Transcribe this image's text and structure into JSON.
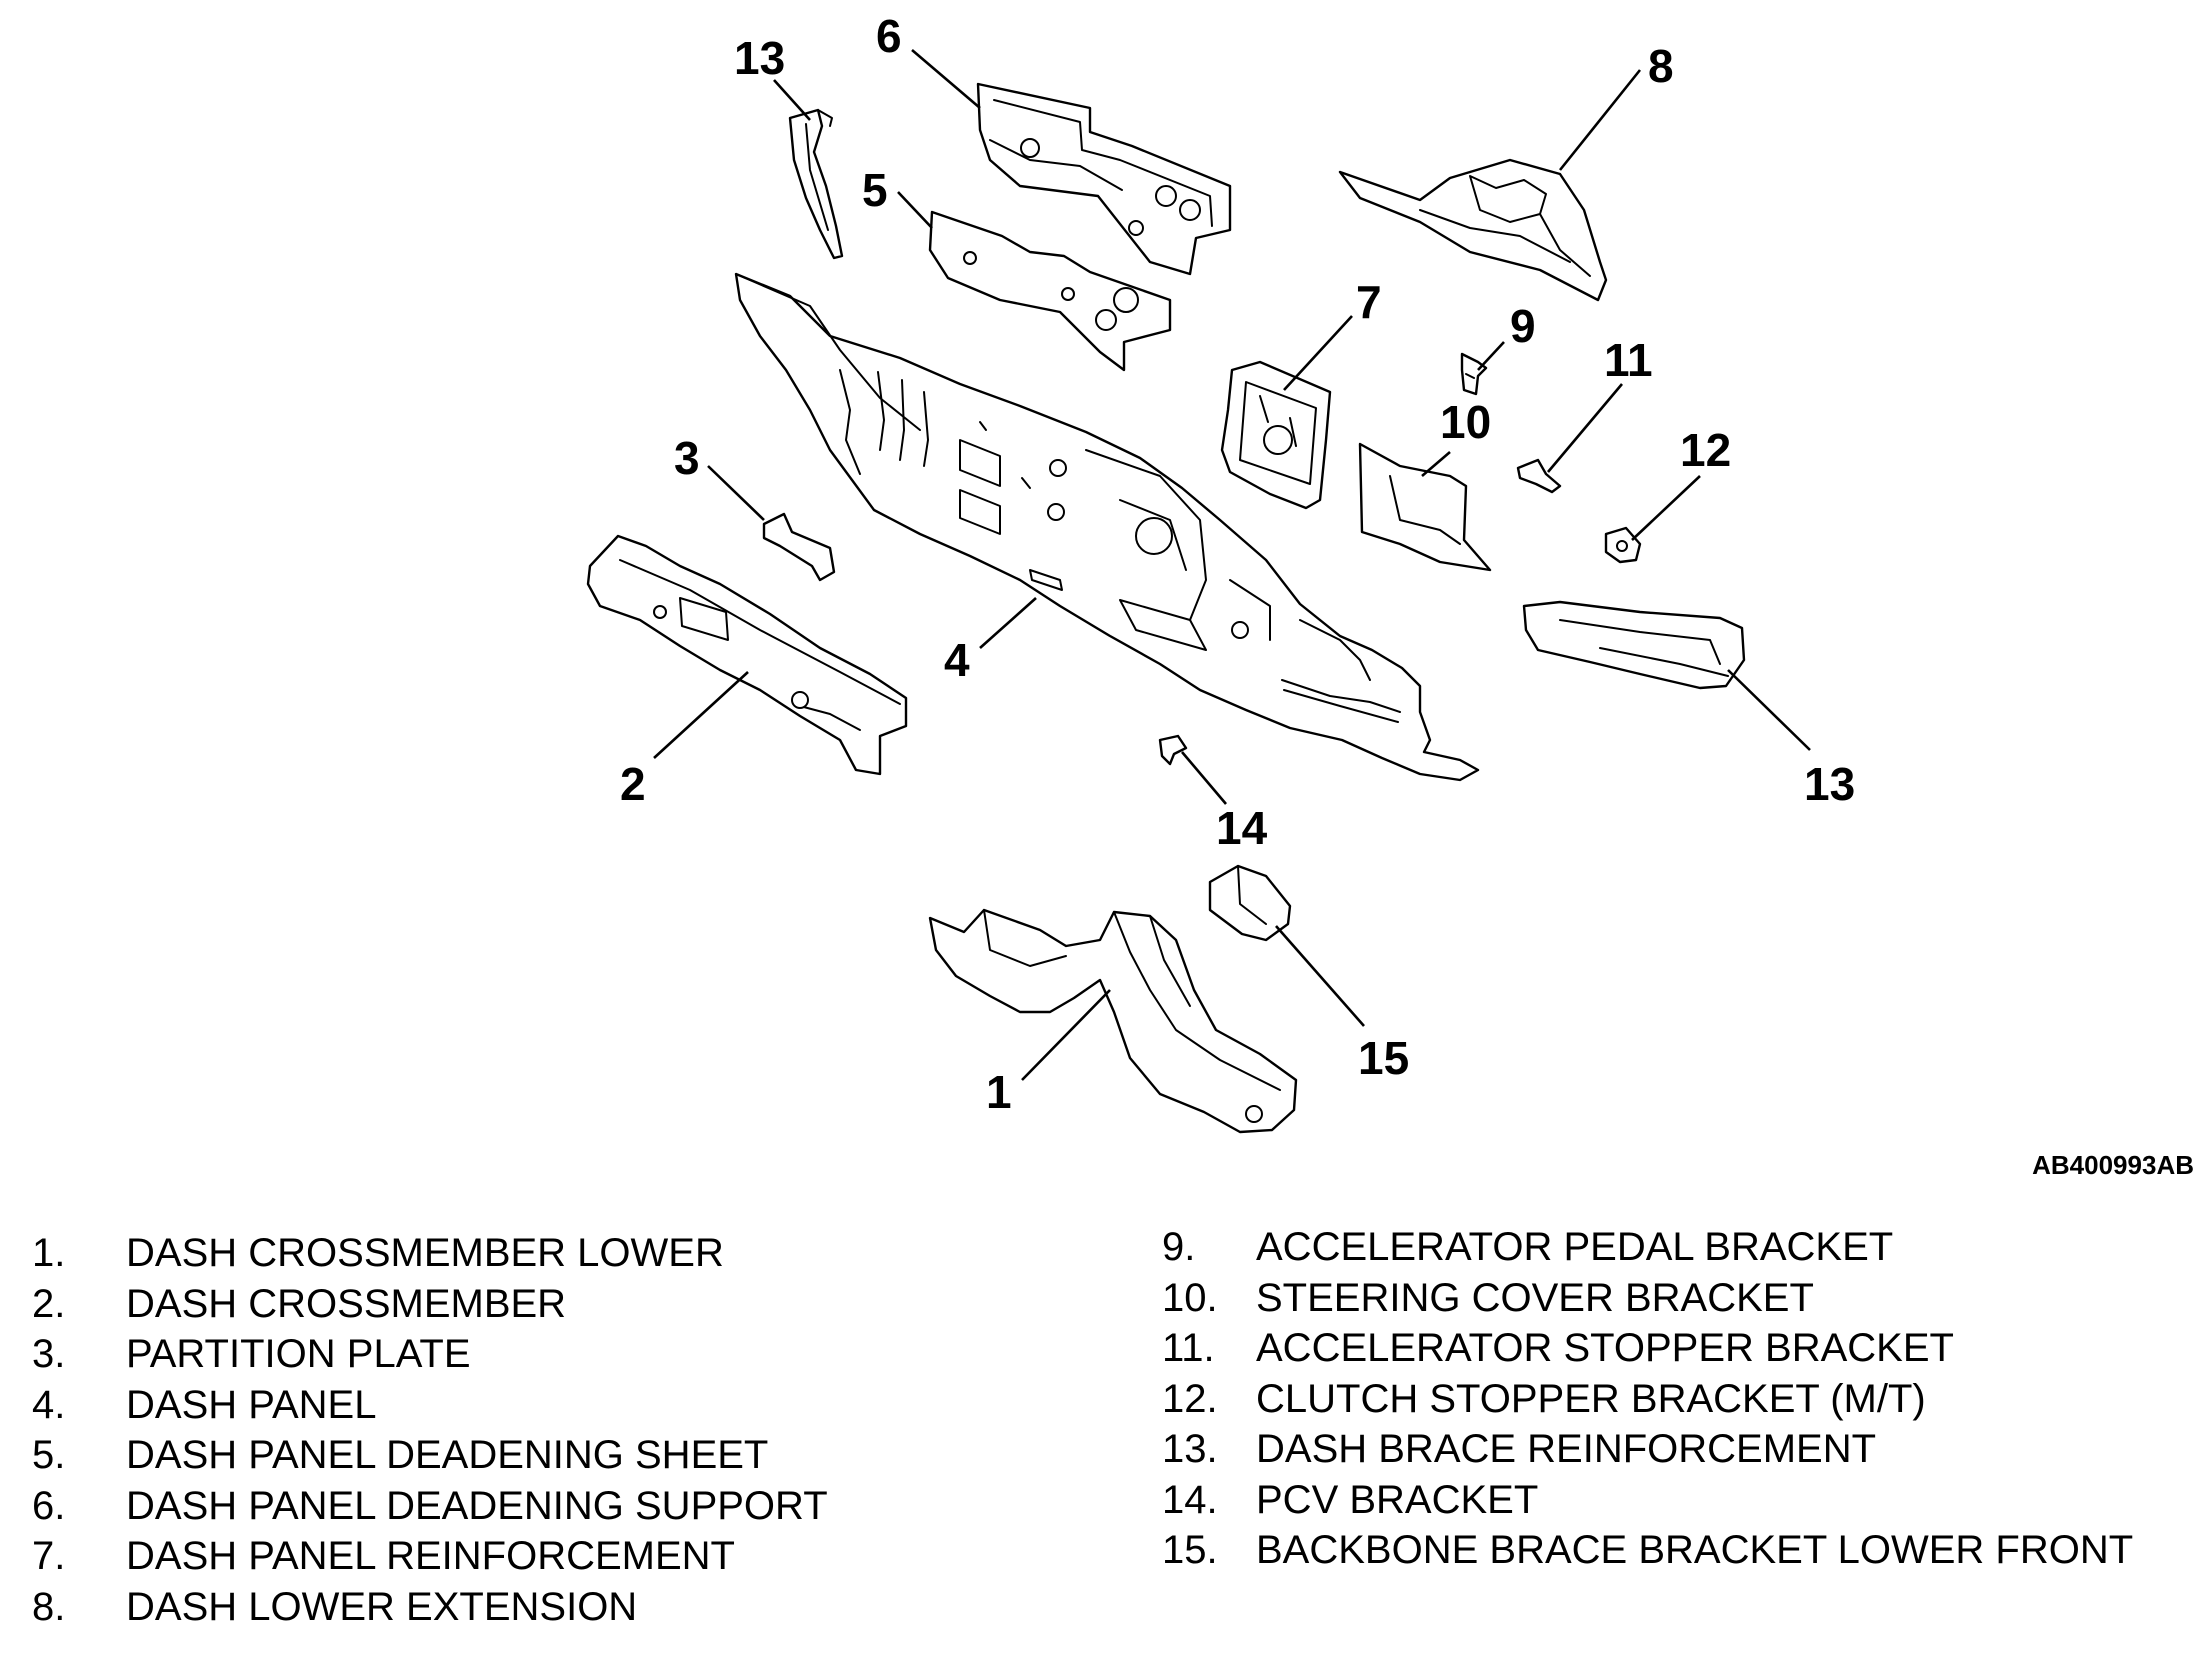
{
  "callouts": [
    {
      "num": "13"
    },
    {
      "num": "6"
    },
    {
      "num": "5"
    },
    {
      "num": "8"
    },
    {
      "num": "7"
    },
    {
      "num": "9"
    },
    {
      "num": "11"
    },
    {
      "num": "10"
    },
    {
      "num": "3"
    },
    {
      "num": "12"
    },
    {
      "num": "4"
    },
    {
      "num": "2"
    },
    {
      "num": "13"
    },
    {
      "num": "14"
    },
    {
      "num": "15"
    },
    {
      "num": "1"
    }
  ],
  "reference_code": "AB400993AB",
  "legend": {
    "left": [
      {
        "num": "1.",
        "label": "DASH CROSSMEMBER LOWER"
      },
      {
        "num": "2.",
        "label": "DASH CROSSMEMBER"
      },
      {
        "num": "3.",
        "label": "PARTITION PLATE"
      },
      {
        "num": "4.",
        "label": "DASH PANEL"
      },
      {
        "num": "5.",
        "label": "DASH PANEL DEADENING SHEET"
      },
      {
        "num": "6.",
        "label": "DASH PANEL DEADENING SUPPORT"
      },
      {
        "num": "7.",
        "label": "DASH PANEL REINFORCEMENT"
      },
      {
        "num": "8.",
        "label": "DASH LOWER EXTENSION"
      }
    ],
    "right": [
      {
        "num": "9.",
        "label": "ACCELERATOR PEDAL BRACKET"
      },
      {
        "num": "10.",
        "label": "STEERING COVER BRACKET"
      },
      {
        "num": "11.",
        "label": "ACCELERATOR STOPPER BRACKET"
      },
      {
        "num": "12.",
        "label": "CLUTCH STOPPER BRACKET (M/T)"
      },
      {
        "num": "13.",
        "label": "DASH BRACE REINFORCEMENT"
      },
      {
        "num": "14.",
        "label": "PCV BRACKET"
      },
      {
        "num": "15.",
        "label": "BACKBONE BRACE BRACKET LOWER FRONT"
      }
    ]
  }
}
